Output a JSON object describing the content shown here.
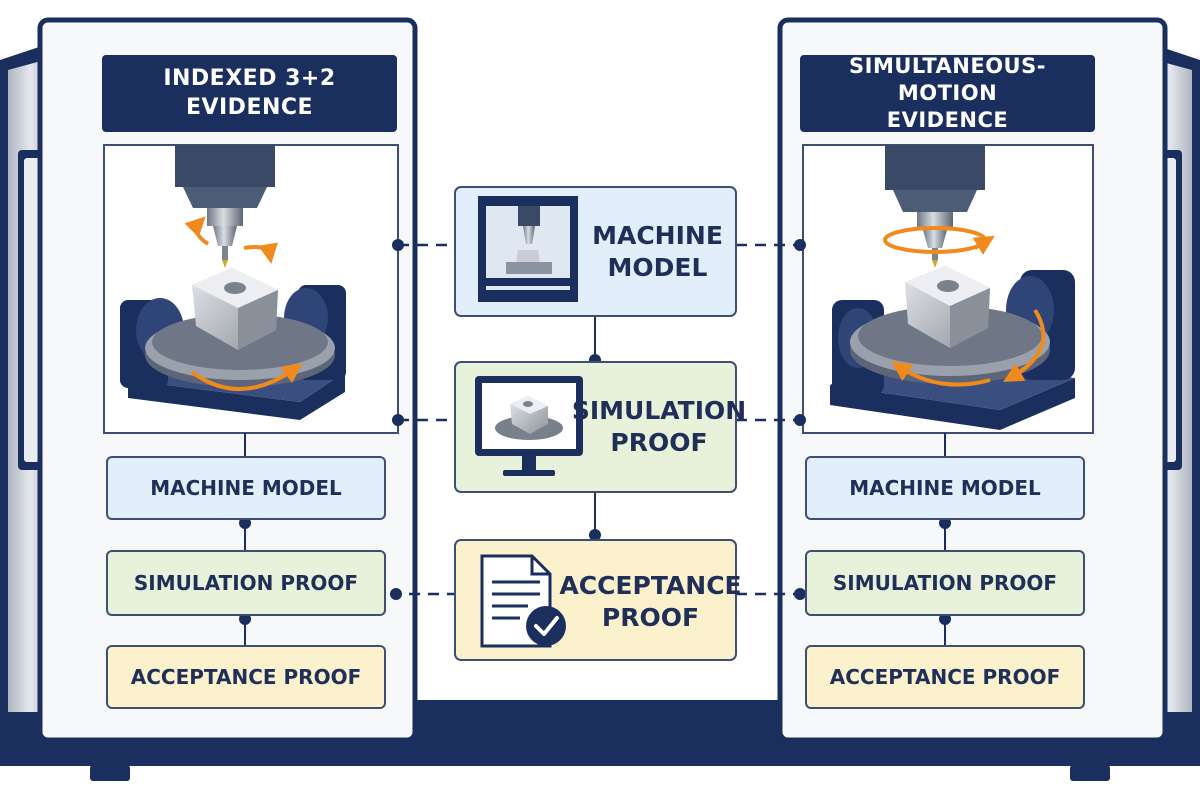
{
  "left_panel": {
    "title_line1": "INDEXED 3+2",
    "title_line2": "EVIDENCE",
    "stack": [
      "MACHINE MODEL",
      "SIMULATION PROOF",
      "ACCEPTANCE PROOF"
    ]
  },
  "right_panel": {
    "title_line1": "SIMULTANEOUS-MOTION",
    "title_line2": "EVIDENCE",
    "stack": [
      "MACHINE MODEL",
      "SIMULATION PROOF",
      "ACCEPTANCE PROOF"
    ]
  },
  "center": {
    "nodes": [
      {
        "line1": "MACHINE",
        "line2": "MODEL"
      },
      {
        "line1": "SIMULATION",
        "line2": "PROOF"
      },
      {
        "line1": "ACCEPTANCE",
        "line2": "PROOF"
      }
    ]
  },
  "colors": {
    "navy": "#1b2f5e",
    "frame_gray": "#c9ced6",
    "blue_fill": "#e3eefb",
    "green_fill": "#e8f1da",
    "yellow_fill": "#fbf1cd",
    "orange_arrow": "#f08a1c",
    "check_navy": "#1b2f5e"
  },
  "icons": [
    "machine-cabinet-icon",
    "monitor-workpiece-icon",
    "document-check-icon",
    "spindle-icon",
    "trunnion-table-icon",
    "rotation-arrow-icon"
  ]
}
